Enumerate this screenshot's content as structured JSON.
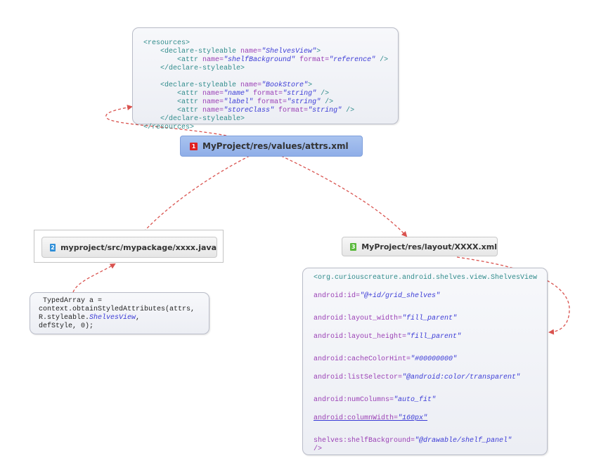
{
  "topics": {
    "attrs": {
      "badge": "1",
      "label": "MyProject/res/values/attrs.xml",
      "badge_color": "#e02020"
    },
    "java": {
      "badge": "2",
      "label": "myproject/src/mypackage/xxxx.java",
      "badge_color": "#2f8fd8"
    },
    "layout": {
      "badge": "3",
      "label": "MyProject/res/layout/XXXX.xml",
      "badge_color": "#59b83b"
    }
  },
  "notes": {
    "attrs": {
      "l1": "<resources>",
      "l2_tag": "    <declare-styleable ",
      "l2_attr": "name=",
      "l2_val": "\"ShelvesView\"",
      "l2_end": ">",
      "l3_tag": "        <attr ",
      "l3_attr1": "name=",
      "l3_val1": "\"shelfBackground\"",
      "l3_attr2": " format=",
      "l3_val2": "\"reference\"",
      "l3_end": " />",
      "l4": "    </declare-styleable>",
      "l5_tag": "    <declare-styleable ",
      "l5_attr": "name=",
      "l5_val": "\"BookStore\"",
      "l5_end": ">",
      "l6_tag": "        <attr ",
      "l6_attr1": "name=",
      "l6_val1": "\"name\"",
      "l6_attr2": " format=",
      "l6_val2": "\"string\"",
      "l6_end": " />",
      "l7_tag": "        <attr ",
      "l7_attr1": "name=",
      "l7_val1": "\"label\"",
      "l7_attr2": " format=",
      "l7_val2": "\"string\"",
      "l7_end": " />",
      "l8_tag": "        <attr ",
      "l8_attr1": "name=",
      "l8_val1": "\"storeClass\"",
      "l8_attr2": " format=",
      "l8_val2": "\"string\"",
      "l8_end": " />",
      "l9": "    </declare-styleable>",
      "l10": "</resources>"
    },
    "java": {
      "l1": " TypedArray a =",
      "l2": "context.obtainStyledAttributes(attrs,",
      "l3a": "R.styleable.",
      "l3b": "ShelvesView",
      "l3c": ",",
      "l4": "defStyle, 0);"
    },
    "layout": {
      "l1": "<org.curiouscreature.android.shelves.view.ShelvesView",
      "id_attr": "android:id=",
      "id_val": "\"@+id/grid_shelves\"",
      "w_attr": "android:layout_width=",
      "w_val": "\"fill_parent\"",
      "h_attr": "android:layout_height=",
      "h_val": "\"fill_parent\"",
      "c_attr": "android:cacheColorHint=",
      "c_val": "\"#00000000\"",
      "ls_attr": "android:listSelector=",
      "ls_val": "\"@android:color/transparent\"",
      "nc_attr": "android:numColumns=",
      "nc_val": "\"auto_fit\"",
      "cw_attr": "android:columnWidth=",
      "cw_val": "\"160px\"",
      "sb_attr": "shelves:shelfBackground=",
      "sb_val": "\"@drawable/shelf_panel\"",
      "end": "/>"
    }
  },
  "colors": {
    "link": "#d9534f",
    "main_topic": "#9bb8ec"
  }
}
